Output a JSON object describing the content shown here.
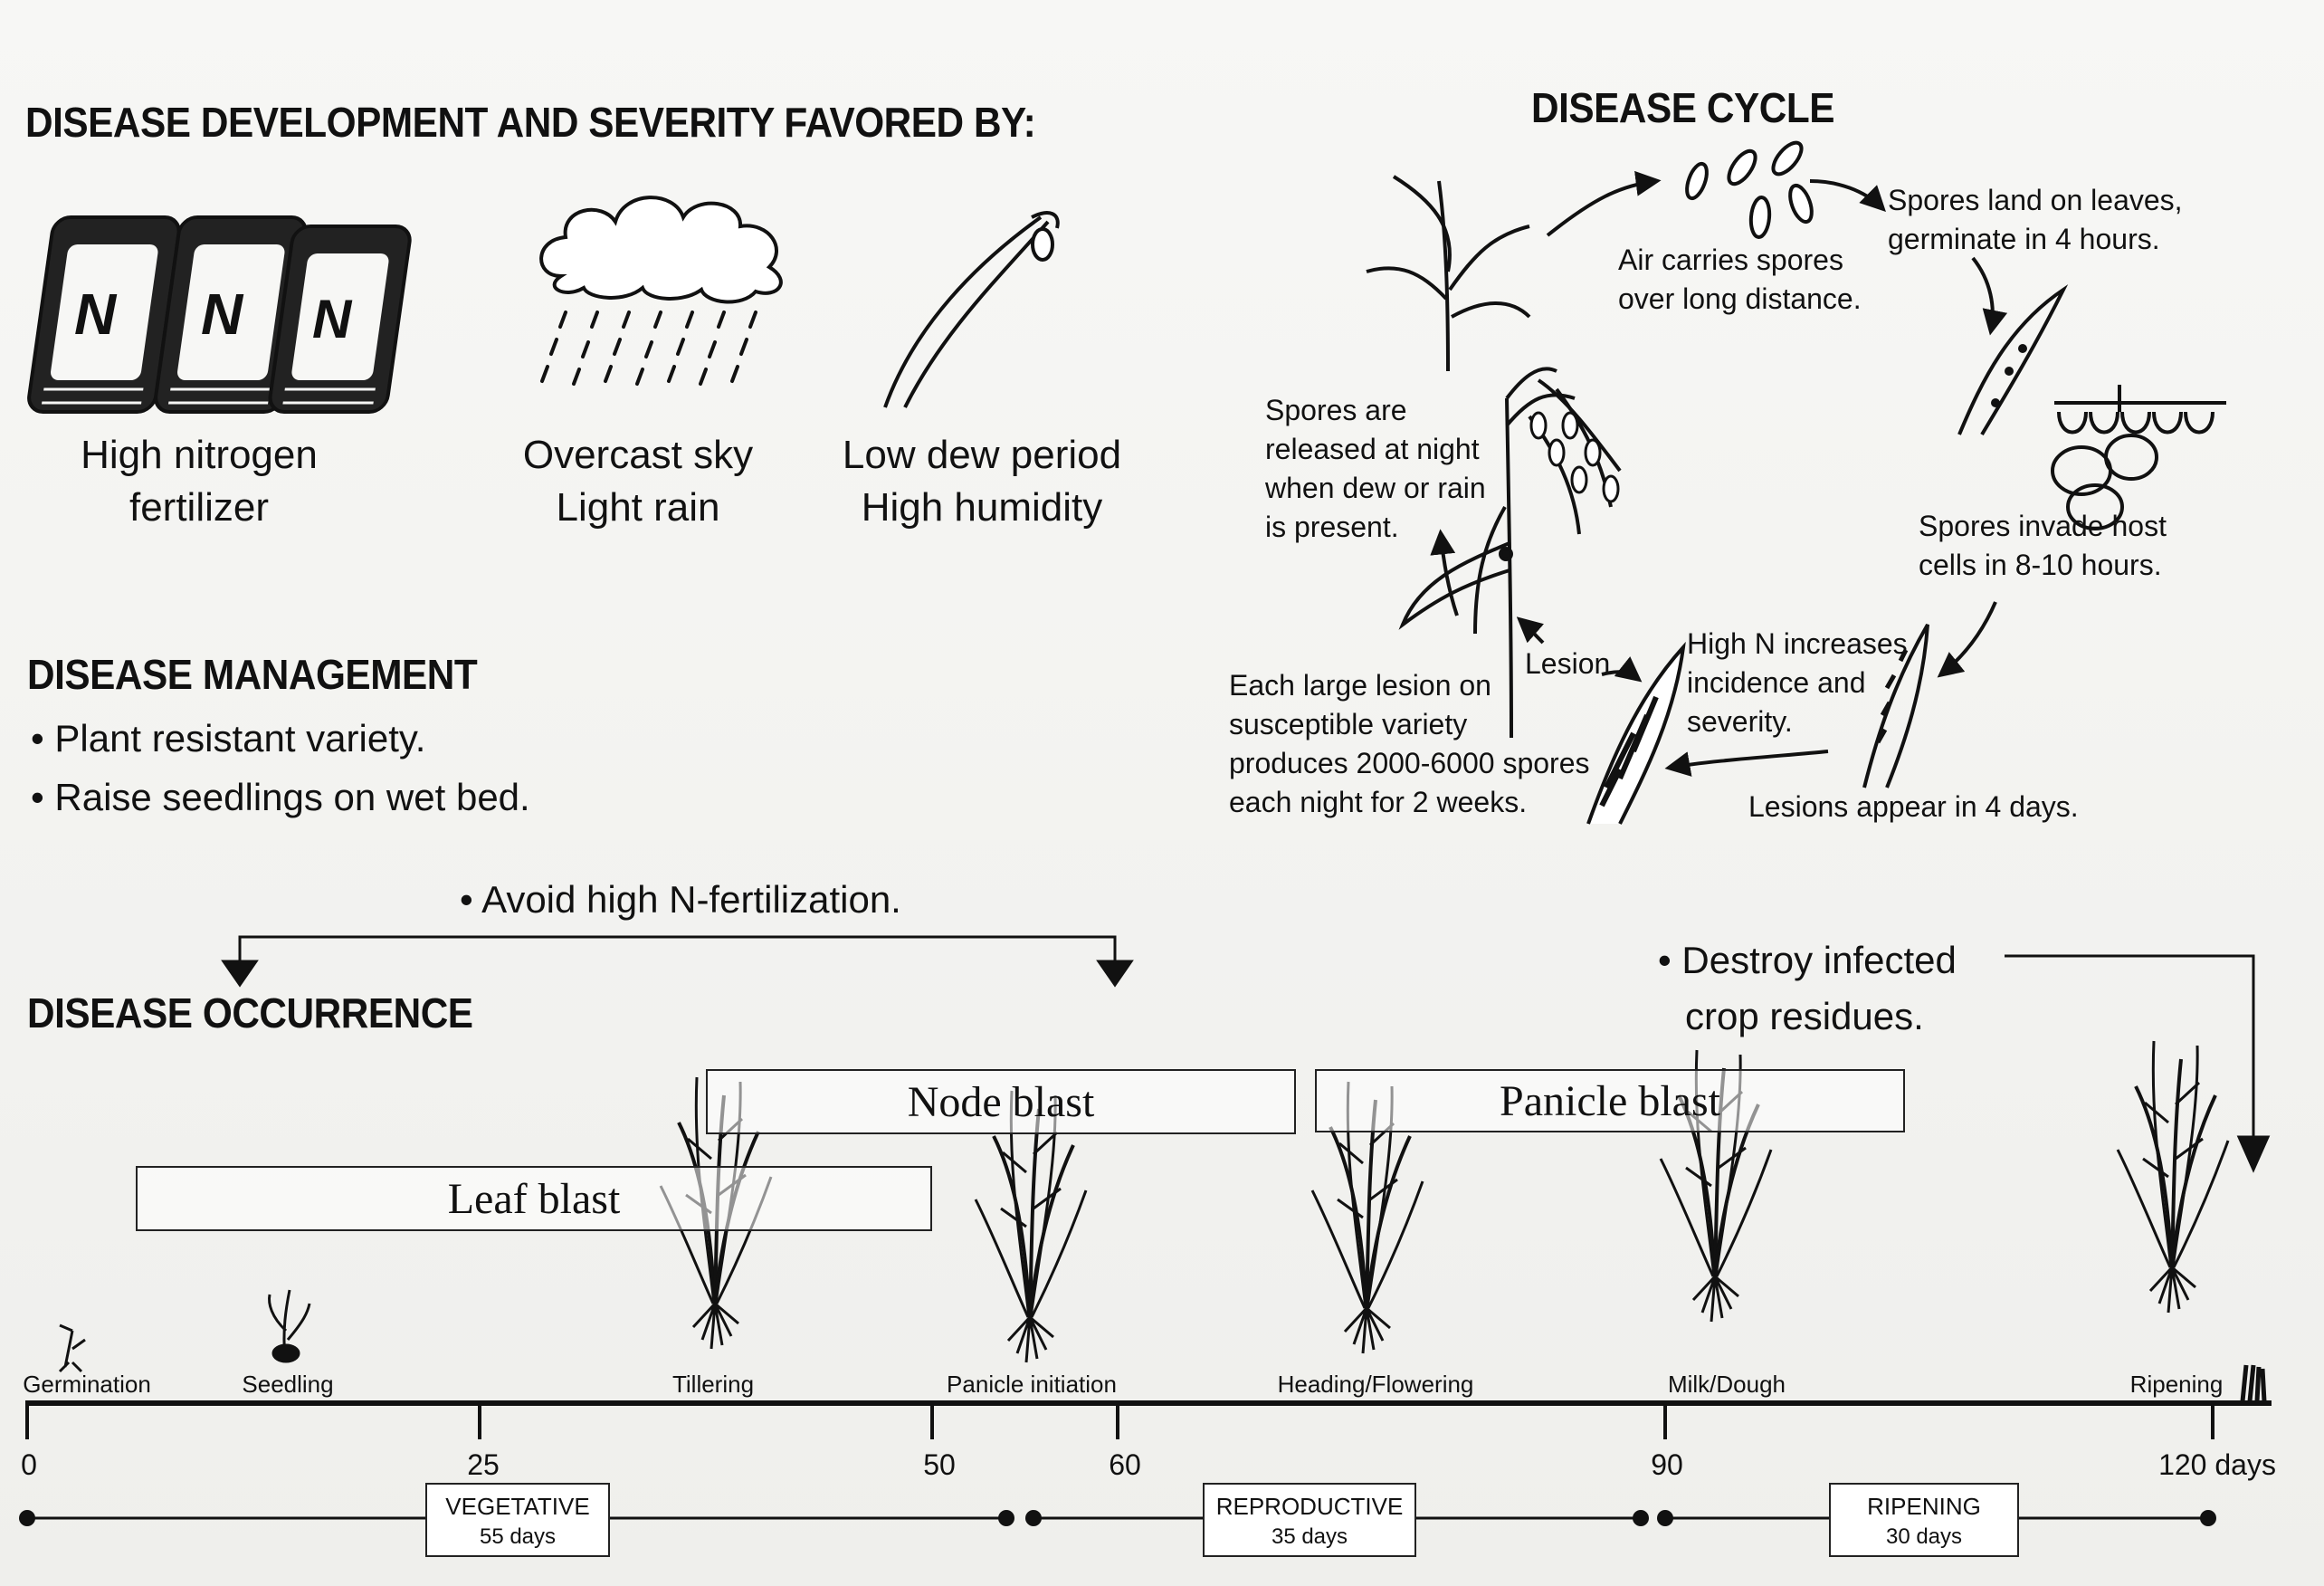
{
  "favored": {
    "title": "DISEASE DEVELOPMENT AND SEVERITY FAVORED BY:",
    "bag_letter": "N",
    "factors": [
      {
        "icon": "fertilizer-bags-icon",
        "line1": "High nitrogen",
        "line2": "fertilizer"
      },
      {
        "icon": "rain-cloud-icon",
        "line1": "Overcast sky",
        "line2": "Light rain"
      },
      {
        "icon": "dew-leaf-icon",
        "line1": "Low dew period",
        "line2": "High humidity"
      }
    ]
  },
  "management": {
    "title": "DISEASE MANAGEMENT",
    "bullets": [
      "Plant resistant variety.",
      "Raise seedlings on wet bed."
    ],
    "avoid_n": "Avoid high N-fertilization.",
    "destroy_line1": "Destroy infected",
    "destroy_line2": "crop residues."
  },
  "cycle": {
    "title": "DISEASE CYCLE",
    "air_carries": [
      "Air carries spores",
      "over long distance."
    ],
    "spores_land": [
      "Spores land on leaves,",
      "germinate in 4 hours."
    ],
    "spores_invade": [
      "Spores invade host",
      "cells in 8-10 hours."
    ],
    "lesions_appear": "Lesions appear in 4 days.",
    "high_n": [
      "High N increases",
      "incidence and",
      "severity."
    ],
    "lesion_label": "Lesion",
    "each_lesion": [
      "Each large lesion on",
      "susceptible variety",
      "produces 2000-6000 spores",
      "each night for 2 weeks."
    ],
    "spores_released": [
      "Spores are",
      "released at night",
      "when dew or rain",
      "is present."
    ]
  },
  "occurrence": {
    "title": "DISEASE OCCURRENCE",
    "blasts": {
      "leaf": "Leaf blast",
      "node": "Node blast",
      "panicle": "Panicle blast"
    }
  },
  "timeline": {
    "stages": [
      "Germination",
      "Seedling",
      "Tillering",
      "Panicle initiation",
      "Heading/Flowering",
      "Milk/Dough",
      "Ripening"
    ],
    "ticks": [
      "0",
      "25",
      "50",
      "60",
      "90",
      "120 days"
    ],
    "phases": [
      {
        "name": "VEGETATIVE",
        "days": "55 days"
      },
      {
        "name": "REPRODUCTIVE",
        "days": "35 days"
      },
      {
        "name": "RIPENING",
        "days": "30 days"
      }
    ]
  }
}
